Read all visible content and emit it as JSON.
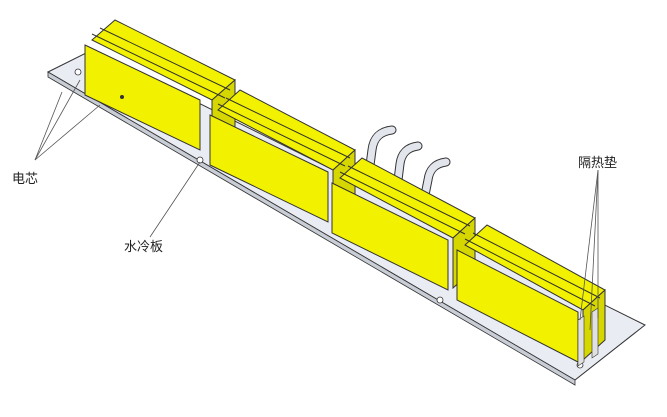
{
  "labels": {
    "cell": "电芯",
    "cold_plate": "水冷板",
    "insulation_pad": "隔热垫"
  },
  "colors": {
    "cell_yellow": "#F2F200",
    "cell_side": "#D6D600",
    "plate": "#E9ECF3",
    "outline": "#333333",
    "pipe": "#E2E5EC"
  },
  "modules": 4,
  "cells_per_module": 3,
  "cooling_pipes": 3
}
